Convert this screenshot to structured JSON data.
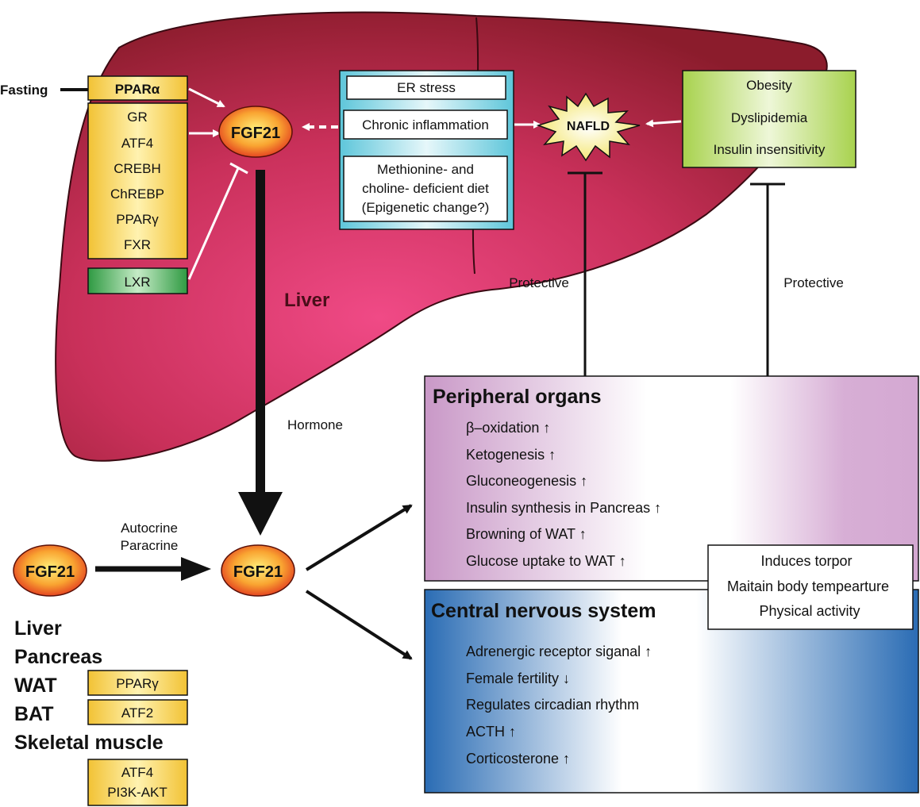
{
  "liver": {
    "label": "Liver",
    "fasting": "Fasting",
    "ppara": "PPARα",
    "factors": [
      "GR",
      "ATF4",
      "CREBH",
      "ChREBP",
      "PPARγ",
      "FXR"
    ],
    "lxr": "LXR",
    "fgf21": "FGF21"
  },
  "stress": {
    "items": [
      "ER stress",
      "Chronic inflammation"
    ],
    "diet_lines": [
      "Methionine- and",
      "choline- deficient diet",
      "(Epigenetic change?)"
    ]
  },
  "nafld": "NAFLD",
  "risk_factors": [
    "Obesity",
    "Dyslipidemia",
    "Insulin insensitivity"
  ],
  "protective_labels": [
    "Protective",
    "Protective"
  ],
  "hormone_label": "Hormone",
  "autocrine_lines": [
    "Autocrine",
    "Paracrine"
  ],
  "source_fgf21": "FGF21",
  "target_fgf21": "FGF21",
  "tissues": {
    "names": [
      "Liver",
      "Pancreas",
      "WAT",
      "BAT",
      "Skeletal muscle"
    ],
    "wat_factor": "PPARγ",
    "bat_factor": "ATF2",
    "muscle_factors": [
      "ATF4",
      "PI3K-AKT"
    ]
  },
  "peripheral": {
    "title": "Peripheral organs",
    "items": [
      "β–oxidation ↑",
      "Ketogenesis ↑",
      "Gluconeogenesis ↑",
      "Insulin synthesis in Pancreas  ↑",
      "Browning of WAT  ↑",
      "Glucose uptake to WAT ↑"
    ]
  },
  "cns": {
    "title": "Central nervous system",
    "items": [
      "Adrenergic receptor siganal  ↑",
      "Female fertility  ↓",
      "Regulates circadian rhythm",
      "ACTH  ↑",
      "Corticosterone  ↑"
    ],
    "callout": [
      "Induces torpor",
      "Maitain body tempearture",
      "Physical activity"
    ]
  },
  "colors": {
    "liver_dark": "#8e1c2e",
    "liver_light": "#e8417a",
    "yellow": "#f5c93a",
    "green_lxr": "#3aa64c",
    "green_risk": "#9ccb45",
    "cyan": "#66ccdd",
    "purple": "#c99ac8",
    "blue": "#2a6db5"
  }
}
